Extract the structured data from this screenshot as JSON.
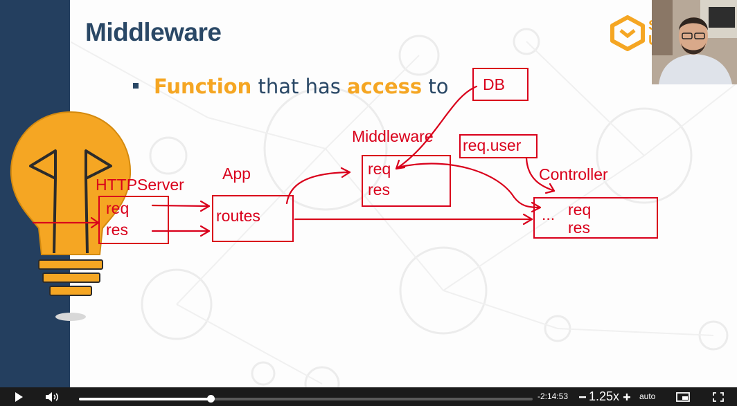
{
  "slide": {
    "title": "Middleware",
    "bullet": {
      "part1": "Function",
      "part2": " that has ",
      "part3": "access",
      "part4": " to"
    },
    "logo_letters": "S\nU"
  },
  "diagram": {
    "httpserver_label": "HTTPServer",
    "httpserver_req": "req",
    "httpserver_res": "res",
    "app_label": "App",
    "routes_label": "routes",
    "middleware_label": "Middleware",
    "middleware_req": "req",
    "middleware_res": "res",
    "db_label": "DB",
    "requser_label": "req.user",
    "controller_label": "Controller",
    "controller_dots": "...",
    "controller_req": "req",
    "controller_res": "res"
  },
  "player": {
    "time_remaining": "-2:14:53",
    "speed": "1.25x",
    "quality": "auto",
    "progress": 0.29
  },
  "colors": {
    "accent_orange": "#f5a623",
    "annotation_red": "#d9001b",
    "sidebar_blue": "#243f5f",
    "title_blue": "#2a4866"
  }
}
